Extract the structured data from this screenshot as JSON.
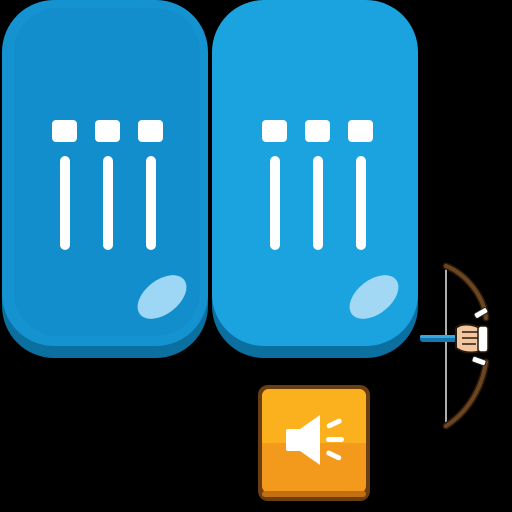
{
  "panels": [
    {
      "name": "panel-left",
      "color_face": "#1a9ad6",
      "color_edge": "#0e7fb4",
      "bars": 3
    },
    {
      "name": "panel-right",
      "color_face": "#1da8e0",
      "color_edge": "#0f8cc3",
      "bars": 3
    }
  ],
  "sound_button": {
    "icon": "speaker-icon",
    "color_top": "#fbb11d",
    "color_bottom": "#f39a1c",
    "border": "#6b3e12"
  },
  "bow": {
    "icon": "bow-and-arrow-icon",
    "color_wood": "#5b3a1c"
  }
}
